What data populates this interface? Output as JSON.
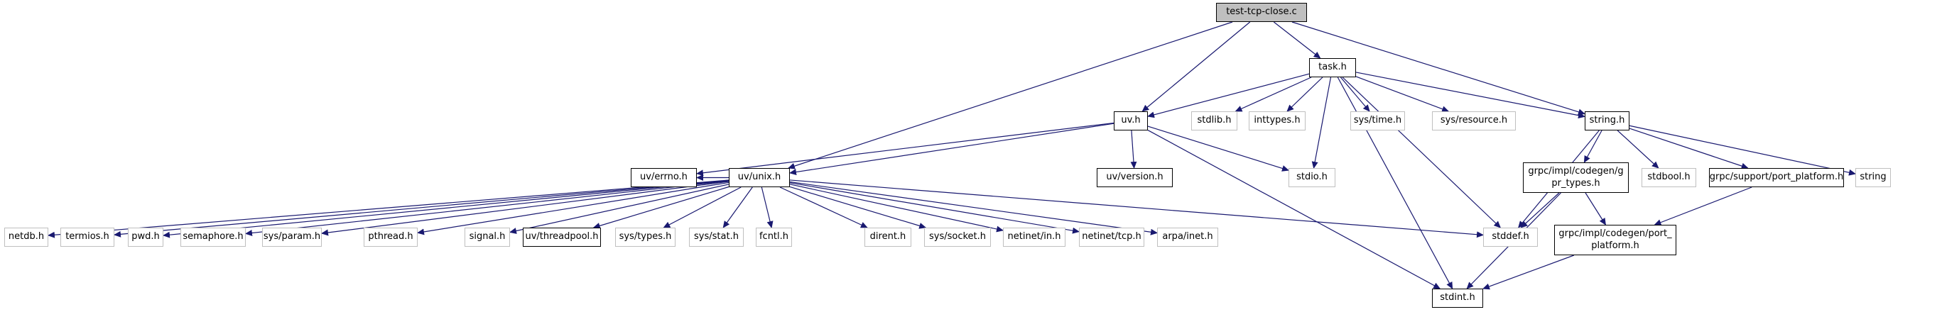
{
  "diagram": {
    "kind": "include-dependency-graph",
    "root_file": "test-tcp-close.c",
    "colors": {
      "edge": "#191970",
      "node_border_linked": "#000000",
      "node_border_plain": "#bfbfbf",
      "current_node_fill": "#bfbfbf",
      "node_fill": "#ffffff",
      "text": "#000000",
      "background": "#ffffff"
    },
    "nodes": [
      {
        "id": "test_tcp_close",
        "label": "test-tcp-close.c",
        "style": "current"
      },
      {
        "id": "task",
        "label": "task.h",
        "style": "linked"
      },
      {
        "id": "uv",
        "label": "uv.h",
        "style": "linked"
      },
      {
        "id": "stdlib",
        "label": "stdlib.h",
        "style": "plain"
      },
      {
        "id": "inttypes",
        "label": "inttypes.h",
        "style": "plain"
      },
      {
        "id": "sys_time",
        "label": "sys/time.h",
        "style": "plain"
      },
      {
        "id": "sys_resource",
        "label": "sys/resource.h",
        "style": "plain"
      },
      {
        "id": "string_h",
        "label": "string.h",
        "style": "linked"
      },
      {
        "id": "errno",
        "label": "uv/errno.h",
        "style": "linked"
      },
      {
        "id": "unix",
        "label": "uv/unix.h",
        "style": "linked"
      },
      {
        "id": "version",
        "label": "uv/version.h",
        "style": "linked"
      },
      {
        "id": "stdio",
        "label": "stdio.h",
        "style": "plain"
      },
      {
        "id": "gpr_types",
        "label": "grpc/impl/codegen/gpr_types.h",
        "style": "linked"
      },
      {
        "id": "stdbool",
        "label": "stdbool.h",
        "style": "plain"
      },
      {
        "id": "support_pp",
        "label": "grpc/support/port_platform.h",
        "style": "linked"
      },
      {
        "id": "string_std",
        "label": "string",
        "style": "plain"
      },
      {
        "id": "netdb",
        "label": "netdb.h",
        "style": "plain"
      },
      {
        "id": "termios",
        "label": "termios.h",
        "style": "plain"
      },
      {
        "id": "pwd",
        "label": "pwd.h",
        "style": "plain"
      },
      {
        "id": "semaphore",
        "label": "semaphore.h",
        "style": "plain"
      },
      {
        "id": "sys_param",
        "label": "sys/param.h",
        "style": "plain"
      },
      {
        "id": "pthread",
        "label": "pthread.h",
        "style": "plain"
      },
      {
        "id": "signal",
        "label": "signal.h",
        "style": "plain"
      },
      {
        "id": "threadpool",
        "label": "uv/threadpool.h",
        "style": "linked"
      },
      {
        "id": "sys_types",
        "label": "sys/types.h",
        "style": "plain"
      },
      {
        "id": "sys_stat",
        "label": "sys/stat.h",
        "style": "plain"
      },
      {
        "id": "fcntl",
        "label": "fcntl.h",
        "style": "plain"
      },
      {
        "id": "dirent",
        "label": "dirent.h",
        "style": "plain"
      },
      {
        "id": "sys_socket",
        "label": "sys/socket.h",
        "style": "plain"
      },
      {
        "id": "netinet_in",
        "label": "netinet/in.h",
        "style": "plain"
      },
      {
        "id": "netinet_tcp",
        "label": "netinet/tcp.h",
        "style": "plain"
      },
      {
        "id": "arpa_inet",
        "label": "arpa/inet.h",
        "style": "plain"
      },
      {
        "id": "stddef",
        "label": "stddef.h",
        "style": "plain"
      },
      {
        "id": "codegen_pp",
        "label": "grpc/impl/codegen/port_platform.h",
        "style": "linked"
      },
      {
        "id": "stdint",
        "label": "stdint.h",
        "style": "linked"
      }
    ],
    "edges": [
      {
        "from": "test_tcp_close",
        "to": "task"
      },
      {
        "from": "test_tcp_close",
        "to": "uv"
      },
      {
        "from": "test_tcp_close",
        "to": "unix"
      },
      {
        "from": "test_tcp_close",
        "to": "string_h"
      },
      {
        "from": "task",
        "to": "uv"
      },
      {
        "from": "task",
        "to": "stdlib"
      },
      {
        "from": "task",
        "to": "inttypes"
      },
      {
        "from": "task",
        "to": "sys_time"
      },
      {
        "from": "task",
        "to": "sys_resource"
      },
      {
        "from": "task",
        "to": "string_h"
      },
      {
        "from": "task",
        "to": "stdio"
      },
      {
        "from": "task",
        "to": "stddef"
      },
      {
        "from": "task",
        "to": "stdint"
      },
      {
        "from": "uv",
        "to": "errno"
      },
      {
        "from": "uv",
        "to": "unix"
      },
      {
        "from": "uv",
        "to": "version"
      },
      {
        "from": "uv",
        "to": "stdio"
      },
      {
        "from": "uv",
        "to": "stdint"
      },
      {
        "from": "unix",
        "to": "errno"
      },
      {
        "from": "unix",
        "to": "netdb"
      },
      {
        "from": "unix",
        "to": "termios"
      },
      {
        "from": "unix",
        "to": "pwd"
      },
      {
        "from": "unix",
        "to": "semaphore"
      },
      {
        "from": "unix",
        "to": "sys_param"
      },
      {
        "from": "unix",
        "to": "pthread"
      },
      {
        "from": "unix",
        "to": "signal"
      },
      {
        "from": "unix",
        "to": "threadpool"
      },
      {
        "from": "unix",
        "to": "sys_types"
      },
      {
        "from": "unix",
        "to": "sys_stat"
      },
      {
        "from": "unix",
        "to": "fcntl"
      },
      {
        "from": "unix",
        "to": "dirent"
      },
      {
        "from": "unix",
        "to": "sys_socket"
      },
      {
        "from": "unix",
        "to": "netinet_in"
      },
      {
        "from": "unix",
        "to": "netinet_tcp"
      },
      {
        "from": "unix",
        "to": "arpa_inet"
      },
      {
        "from": "unix",
        "to": "stddef"
      },
      {
        "from": "string_h",
        "to": "gpr_types"
      },
      {
        "from": "string_h",
        "to": "stdbool"
      },
      {
        "from": "string_h",
        "to": "support_pp"
      },
      {
        "from": "string_h",
        "to": "string_std"
      },
      {
        "from": "string_h",
        "to": "stddef"
      },
      {
        "from": "gpr_types",
        "to": "stddef"
      },
      {
        "from": "gpr_types",
        "to": "stdint"
      },
      {
        "from": "gpr_types",
        "to": "codegen_pp"
      },
      {
        "from": "support_pp",
        "to": "codegen_pp"
      },
      {
        "from": "codegen_pp",
        "to": "stdint"
      }
    ]
  }
}
